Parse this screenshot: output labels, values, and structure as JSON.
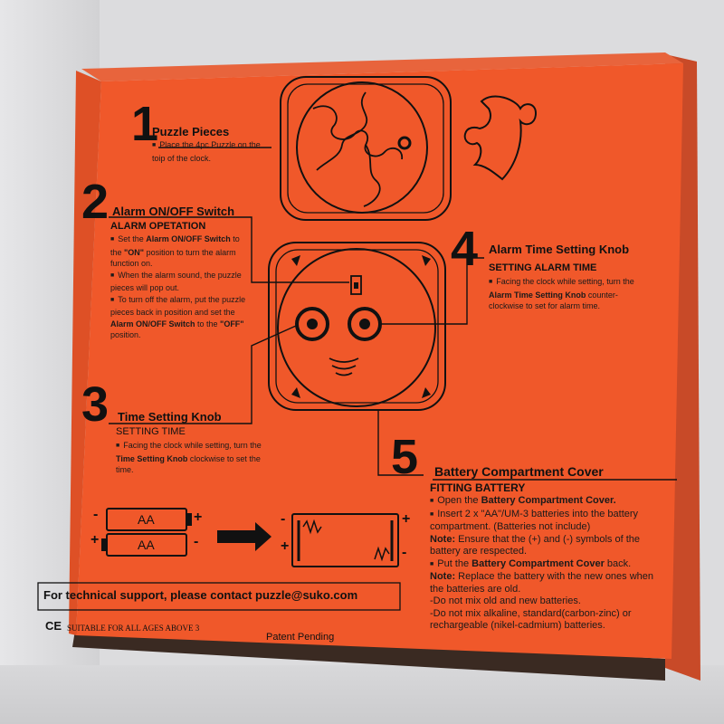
{
  "colors": {
    "box_orange": "#f0582a",
    "ink": "#111111",
    "background": "#dcdcde"
  },
  "steps": {
    "s1": {
      "num": "1",
      "title": "Puzzle Pieces",
      "text": "Place the 4pc Puzzle on the toip of the clock."
    },
    "s2": {
      "num": "2",
      "title": "Alarm ON/OFF Switch",
      "sub": "ALARM OPETATION",
      "b1a": "Set the ",
      "b1b": "Alarm ON/OFF Switch",
      "b1c": " to the ",
      "b1d": "\"ON\"",
      "b1e": " position to turn the alarm function on.",
      "b2": "When the alarm sound, the puzzle pieces will pop out.",
      "b3a": "To turn off the alarm, put the puzzle pieces back in position and set the ",
      "b3b": "Alarm ON/OFF Switch",
      "b3c": " to the ",
      "b3d": "\"OFF\"",
      "b3e": " position."
    },
    "s3": {
      "num": "3",
      "title": "Time Setting Knob",
      "sub": "SETTING TIME",
      "ta": "Facing the clock while setting, turn the ",
      "tb": "Time Setting Knob",
      "tc": " clockwise to set the time."
    },
    "s4": {
      "num": "4",
      "title": "Alarm Time Setting Knob",
      "sub": "SETTING ALARM TIME",
      "ta": "Facing the clock while setting, turn the ",
      "tb": "Alarm Time Setting Knob",
      "tc": " counter-clockwise to set for alarm time."
    },
    "s5": {
      "num": "5",
      "title": "Battery Compartment Cover",
      "sub": "FITTING BATTERY",
      "l1a": "Open the ",
      "l1b": "Battery Compartment Cover.",
      "l2": "Insert 2 x \"AA\"/UM-3 batteries into the battery compartment. (Batteries not include)",
      "note_label": "Note:",
      "n1": "Ensure that the (+) and (-) symbols of the battery are respected.",
      "l3a": "Put the ",
      "l3b": "Battery Compartment Cover",
      "l3c": " back.",
      "n2": "Replace the battery with the new ones when the batteries are old.",
      "d1": "-Do not mix old and new batteries.",
      "d2": "-Do not mix alkaline, standard(carbon-zinc) or rechargeable (nikel-cadmium) batteries."
    }
  },
  "battery": {
    "label1": "AA",
    "label2": "AA",
    "minus": "-",
    "plus": "+"
  },
  "footer": {
    "support": "For technical support, please contact puzzle@suko.com",
    "ce": "CE",
    "age": "SUITABLE FOR ALL AGES ABOVE 3",
    "patent": "Patent Pending"
  }
}
